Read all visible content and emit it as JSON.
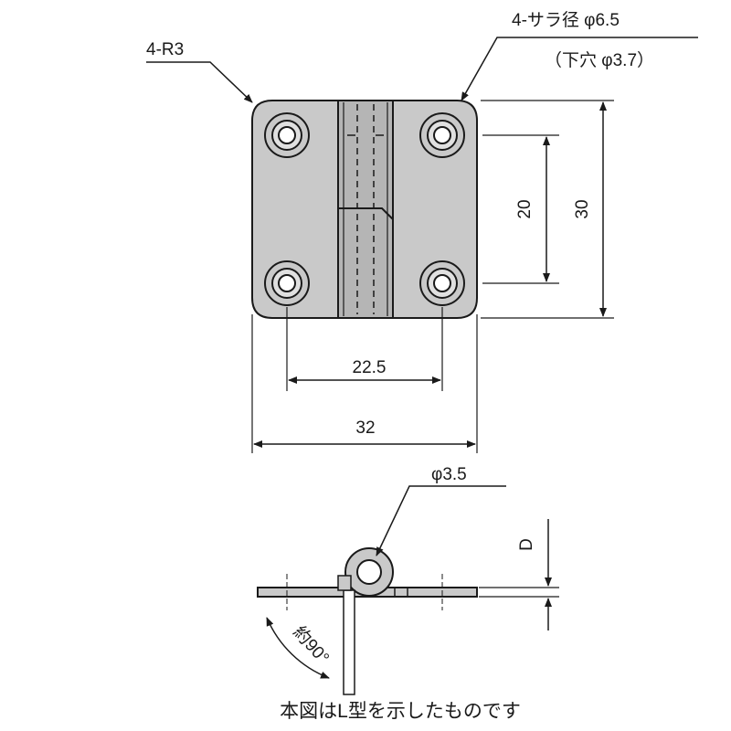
{
  "drawing": {
    "corner_radius_label": "4-R3",
    "countersink_label": "4-サラ径 φ6.5",
    "pilot_hole_label": "（下穴 φ3.7）",
    "dim_inner_height": "20",
    "dim_outer_height": "30",
    "dim_hole_spacing": "22.5",
    "dim_total_width": "32",
    "pin_diameter_label": "φ3.5",
    "thickness_label": "D",
    "angle_label": "約90°",
    "caption": "本図はL型を示したものです"
  },
  "colors": {
    "plate_fill": "#c9c9c9",
    "knuckle_fill": "#b5b5b5",
    "line": "#1a1a1a"
  }
}
